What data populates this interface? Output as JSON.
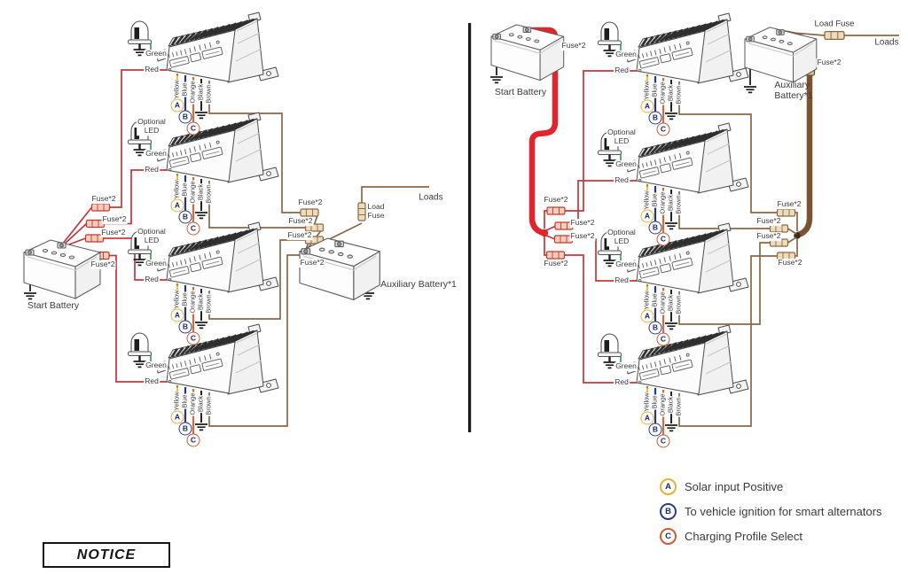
{
  "labels": {
    "start_battery": "Start Battery",
    "aux_battery": "Auxiliary Battery*1",
    "aux_battery_stacked": "Auxiliary\nBattery*1",
    "fuse": "Fuse*2",
    "load_fuse": "Load Fuse",
    "load_fuse_stacked": "Load\nFuse",
    "loads": "Loads",
    "optional_led": "Optional\nLED",
    "green": "Green",
    "red": "Red",
    "yellow": "Yellow",
    "blue": "Blue",
    "orange": "Orange",
    "black": "Black",
    "brown": "Brown"
  },
  "legend": {
    "items": [
      {
        "key": "A",
        "label": "Solar input Positive",
        "ring_color": "#e2b33c"
      },
      {
        "key": "B",
        "label": "To vehicle ignition for smart alternators",
        "ring_color": "#2b3c8f"
      },
      {
        "key": "C",
        "label": "Charging Profile Select",
        "ring_color": "#cf5c33"
      }
    ]
  },
  "notice": {
    "label": "NOTICE"
  },
  "colors": {
    "wire_red": "#c4373b",
    "wire_thick_red": "#e2242b",
    "wire_brown": "#8a6848",
    "wire_thick_brown": "#7a5431",
    "wire_green": "#3fa457",
    "wire_yellow": "#eec441",
    "wire_blue": "#26357c",
    "wire_orange": "#d4693a",
    "wire_black": "#222222"
  }
}
